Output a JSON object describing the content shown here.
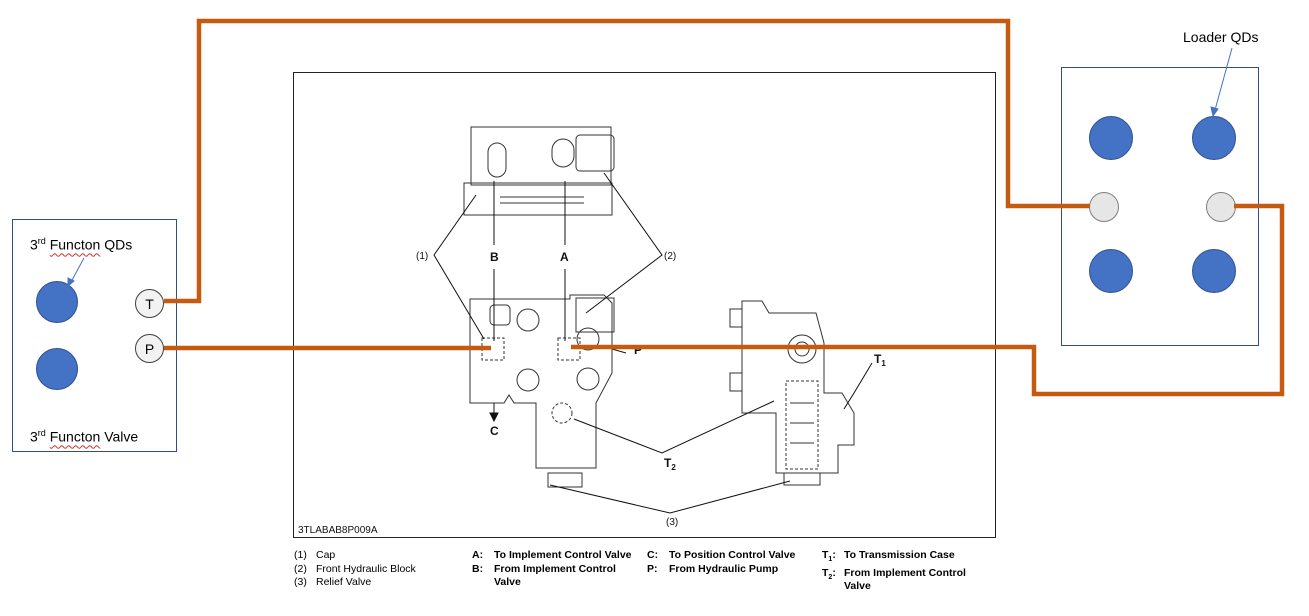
{
  "third_function_box": {
    "qds_label_pre": "3",
    "qds_label_sup": "rd",
    "qds_label_word": "Functon",
    "qds_label_post": "QDs",
    "valve_label_pre": "3",
    "valve_label_sup": "rd",
    "valve_label_word": "Functon",
    "valve_label_post": "Valve",
    "port_t": "T",
    "port_p": "P"
  },
  "loader_box": {
    "label": "Loader QDs"
  },
  "drawing": {
    "id": "3TLABAB8P009A",
    "callout_1": "(1)",
    "callout_2": "(2)",
    "callout_3": "(3)",
    "label_a": "A",
    "label_b": "B",
    "label_c": "C",
    "label_p": "P",
    "label_t1": "T",
    "label_t1_sub": "1",
    "label_t2": "T",
    "label_t2_sub": "2"
  },
  "legend": {
    "col1": [
      {
        "key": "(1)",
        "text": "Cap"
      },
      {
        "key": "(2)",
        "text": "Front Hydraulic Block"
      },
      {
        "key": "(3)",
        "text": "Relief Valve"
      }
    ],
    "col2": [
      {
        "key": "A:",
        "text": "To Implement Control Valve"
      },
      {
        "key": "B:",
        "text": "From Implement Control Valve"
      }
    ],
    "col3": [
      {
        "key": "C:",
        "text": "To Position Control Valve"
      },
      {
        "key": "P:",
        "text": "From Hydraulic Pump"
      }
    ],
    "col4": [
      {
        "key": "T",
        "sub": "1",
        "text": "To Transmission Case"
      },
      {
        "key": "T",
        "sub": "2",
        "text": "From Implement Control Valve"
      }
    ]
  },
  "colors": {
    "hose": "#c55a11",
    "qd_fill": "#4472c4",
    "port_fill": "#e6e6e6",
    "box_border": "#2f4f86"
  }
}
